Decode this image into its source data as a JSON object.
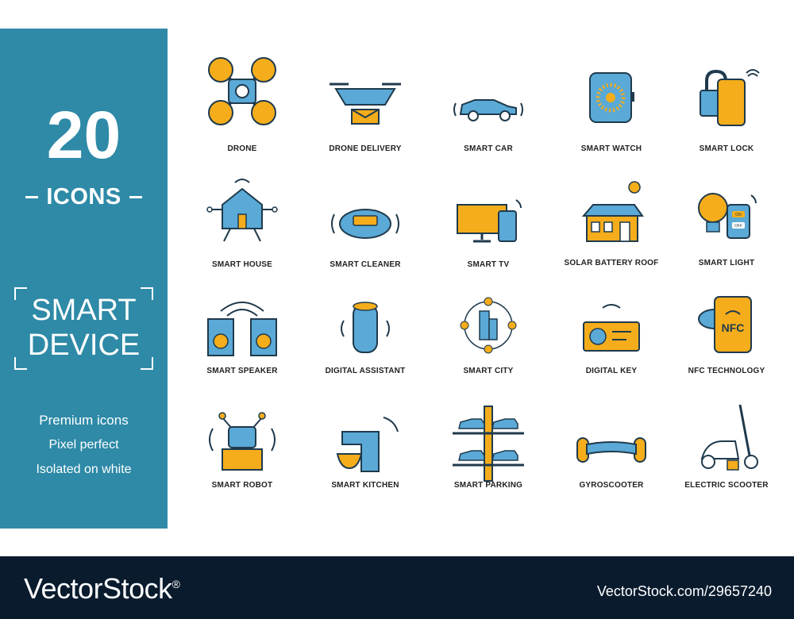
{
  "panel": {
    "count": "20",
    "icons_word": "ICONS",
    "title_line1": "SMART",
    "title_line2": "DEVICE",
    "tagline1": "Premium icons",
    "tagline2": "Pixel perfect",
    "tagline3": "Isolated on white"
  },
  "icons": [
    {
      "label": "DRONE",
      "icon": "drone-icon"
    },
    {
      "label": "DRONE DELIVERY",
      "icon": "drone-delivery-icon"
    },
    {
      "label": "SMART CAR",
      "icon": "smart-car-icon"
    },
    {
      "label": "SMART WATCH",
      "icon": "smart-watch-icon"
    },
    {
      "label": "SMART LOCK",
      "icon": "smart-lock-icon"
    },
    {
      "label": "SMART HOUSE",
      "icon": "smart-house-icon"
    },
    {
      "label": "SMART CLEANER",
      "icon": "smart-cleaner-icon"
    },
    {
      "label": "SMART TV",
      "icon": "smart-tv-icon"
    },
    {
      "label": "SOLAR BATTERY ROOF",
      "icon": "solar-battery-roof-icon"
    },
    {
      "label": "SMART LIGHT",
      "icon": "smart-light-icon"
    },
    {
      "label": "SMART SPEAKER",
      "icon": "smart-speaker-icon"
    },
    {
      "label": "DIGITAL ASSISTANT",
      "icon": "digital-assistant-icon"
    },
    {
      "label": "SMART CITY",
      "icon": "smart-city-icon"
    },
    {
      "label": "DIGITAL KEY",
      "icon": "digital-key-icon"
    },
    {
      "label": "NFC TECHNOLOGY",
      "icon": "nfc-technology-icon"
    },
    {
      "label": "SMART ROBOT",
      "icon": "smart-robot-icon"
    },
    {
      "label": "SMART KITCHEN",
      "icon": "smart-kitchen-icon"
    },
    {
      "label": "SMART PARKING",
      "icon": "smart-parking-icon"
    },
    {
      "label": "GYROSCOOTER",
      "icon": "gyroscooter-icon"
    },
    {
      "label": "ELECTRIC SCOOTER",
      "icon": "electric-scooter-icon"
    }
  ],
  "icon_text": {
    "nfc": "NFC",
    "light_on": "ON",
    "light_off": "OFF"
  },
  "footer": {
    "brand": "VectorStock",
    "registered": "®",
    "image_id": "VectorStock.com/29657240"
  },
  "colors": {
    "panel_blue": "#2e8aa7",
    "icon_blue": "#5aa9d6",
    "icon_yellow": "#f5ad1b",
    "outline": "#1f3a4d",
    "footer_bg": "#0a1b2e"
  }
}
